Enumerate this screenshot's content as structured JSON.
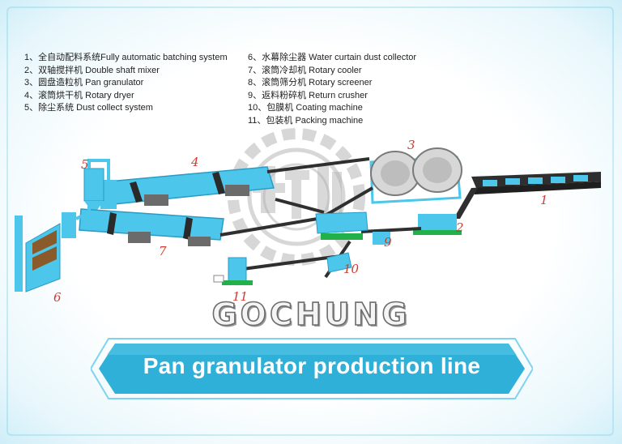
{
  "legend": {
    "left": [
      "1、全自动配料系统Fully automatic batching system",
      "2、双轴搅拌机 Double shaft mixer",
      "3、圆盘造粒机 Pan granulator",
      "4、滚筒烘干机 Rotary dryer",
      "5、除尘系统 Dust collect system"
    ],
    "right": [
      "6、水幕除尘器 Water curtain dust collector",
      "7、滚筒冷却机 Rotary cooler",
      "8、滚筒筛分机 Rotary screener",
      "9、返料粉碎机 Return crusher",
      "10、包膜机 Coating machine",
      "11、包装机 Packing machine"
    ]
  },
  "labels": {
    "n1": "1",
    "n2": "2",
    "n3": "3",
    "n4": "4",
    "n5": "5",
    "n6": "6",
    "n7": "7",
    "n9": "9",
    "n10": "10",
    "n11": "11"
  },
  "brand": "GOCHUNG",
  "banner": {
    "title": "Pan granulator production line"
  },
  "colors": {
    "machine_blue": "#4cc6ea",
    "steel_dark": "#3a3a3a",
    "label_red": "#d23a2f",
    "banner_fill": "#2fb0d8",
    "green": "#22b04a"
  }
}
